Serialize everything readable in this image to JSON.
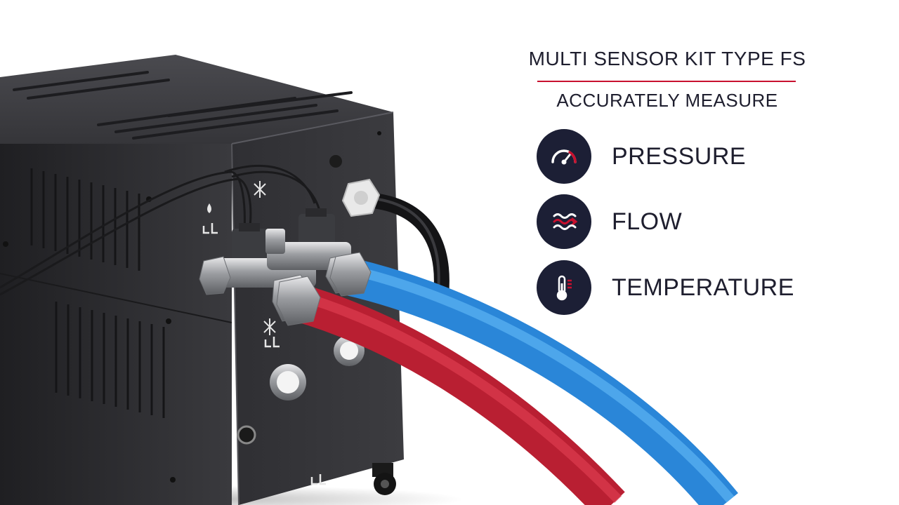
{
  "header": {
    "title": "MULTI SENSOR KIT TYPE FS",
    "subtitle": "ACCURATELY MEASURE"
  },
  "features": [
    {
      "label": "PRESSURE",
      "icon": "pressure-gauge-icon"
    },
    {
      "label": "FLOW",
      "icon": "flow-waves-icon"
    },
    {
      "label": "TEMPERATURE",
      "icon": "thermometer-icon"
    }
  ],
  "colors": {
    "accent": "#c8102e",
    "badge": "#1c1f35",
    "text": "#1e1e2e",
    "cabinet": "#2b2b2e",
    "hose_red": "#c8263a",
    "hose_blue": "#2f8ee0"
  }
}
